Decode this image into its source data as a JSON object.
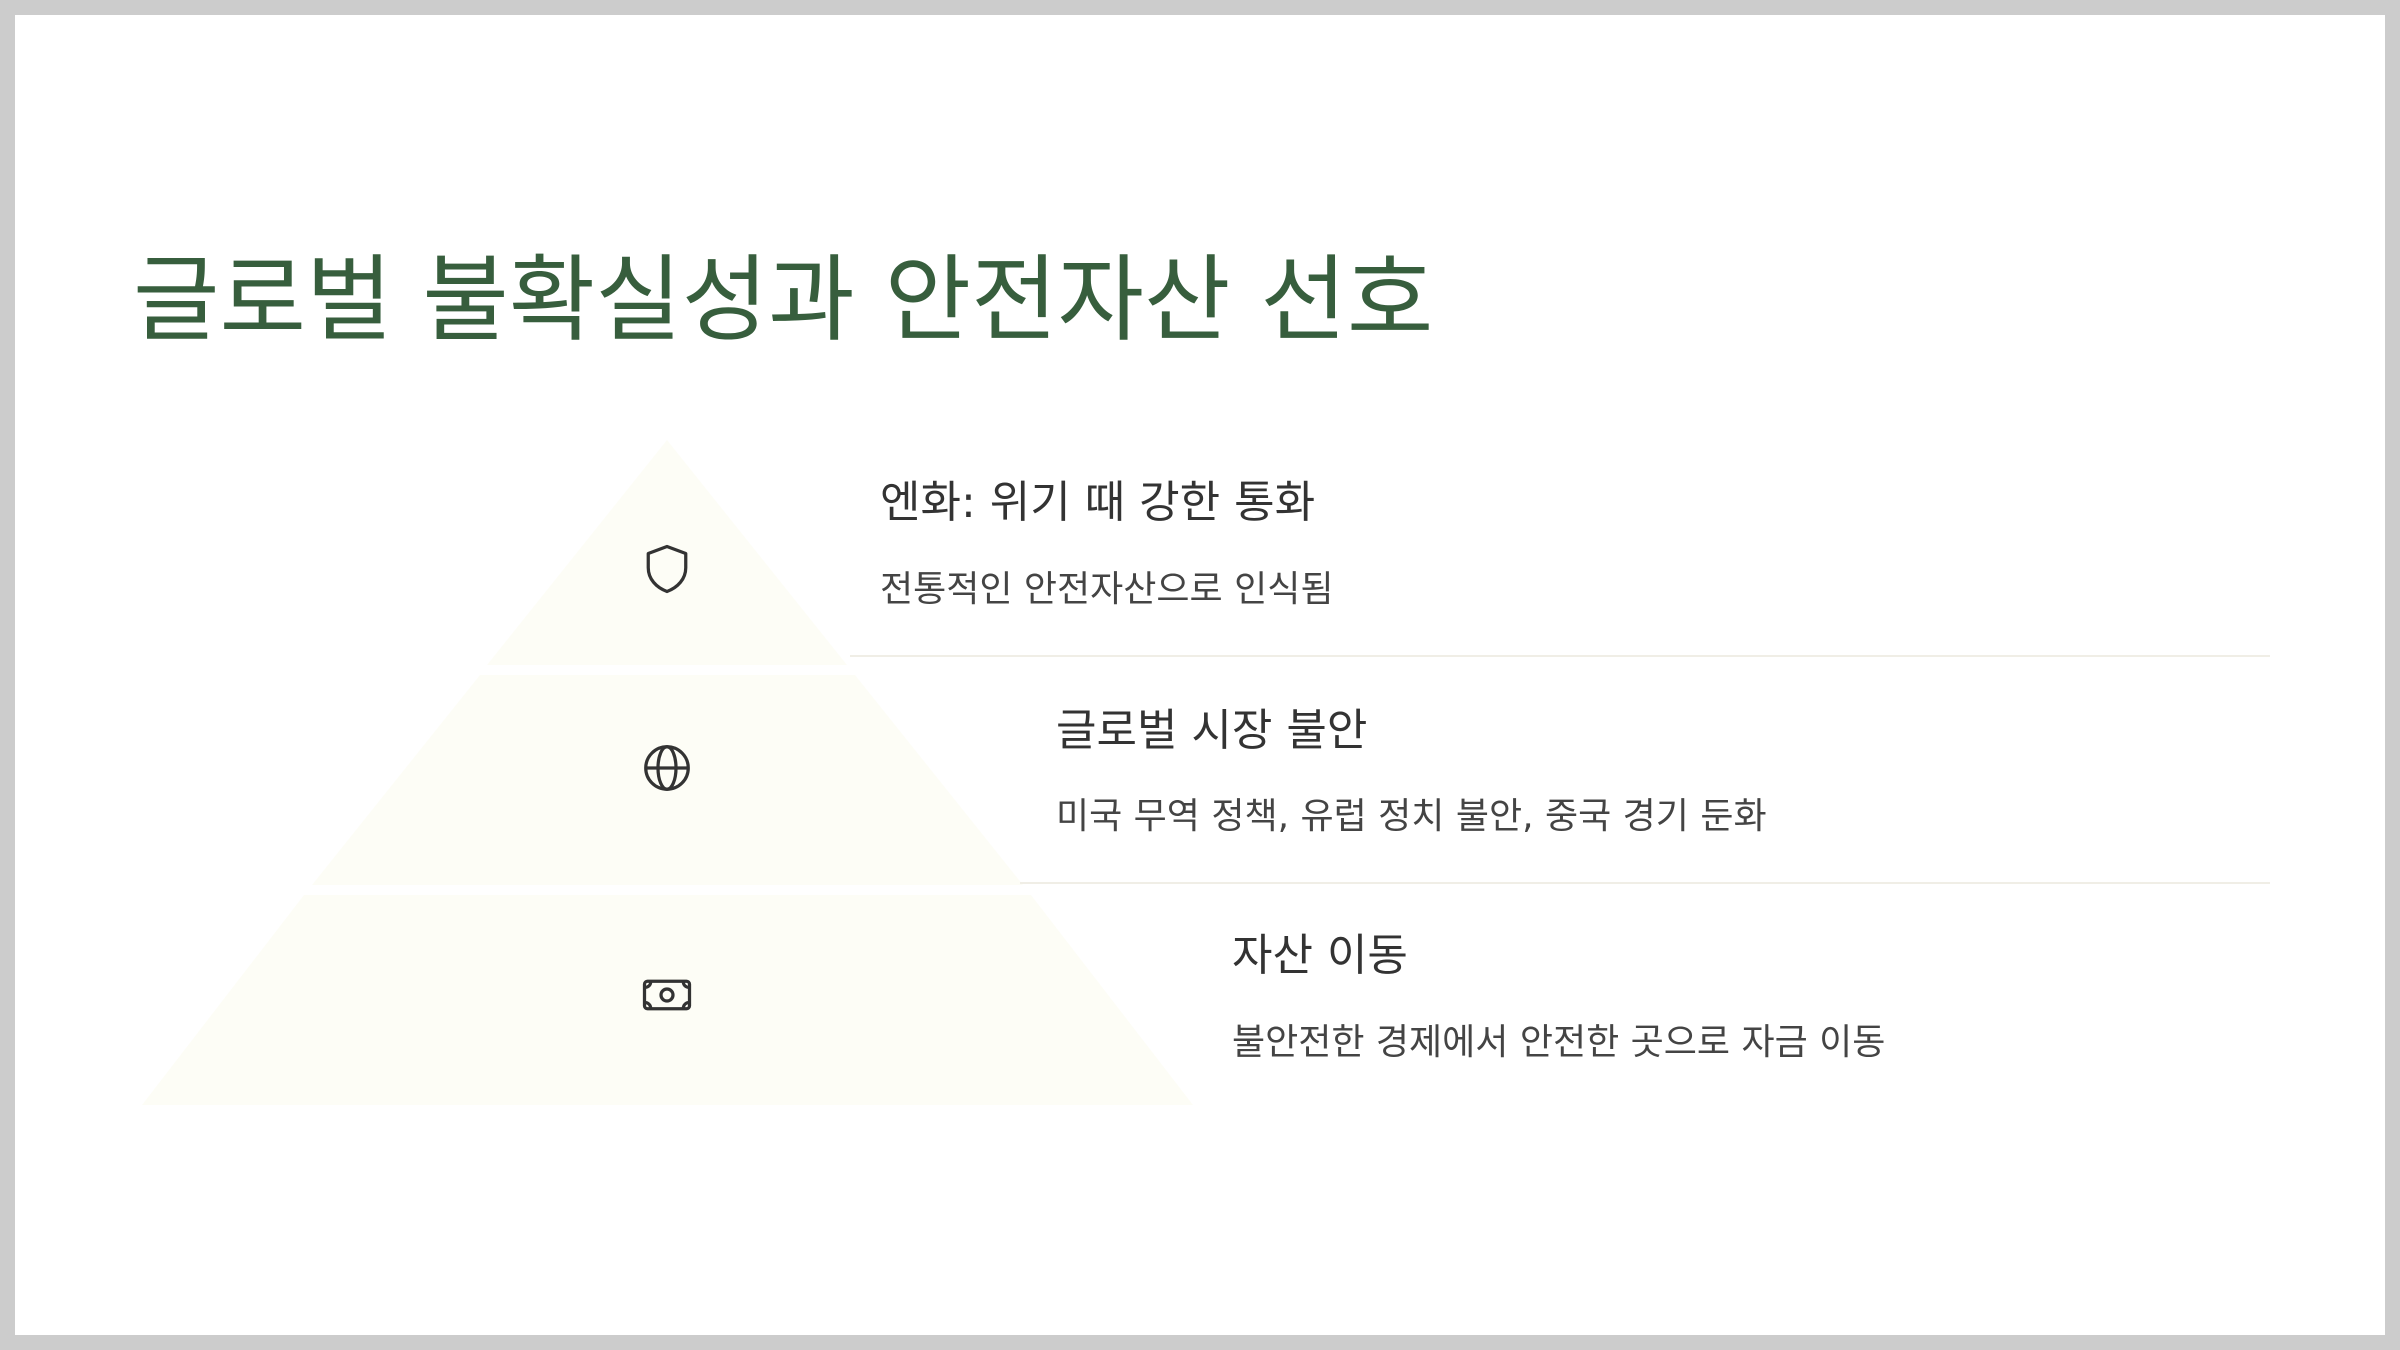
{
  "slide": {
    "title": "글로벌 불확실성과 안전자산 선호"
  },
  "tiers": [
    {
      "icon": "shield-icon",
      "title": "엔화: 위기 때 강한 통화",
      "description": "전통적인 안전자산으로 인식됨"
    },
    {
      "icon": "globe-icon",
      "title": "글로벌 시장 불안",
      "description": "미국 무역 정책, 유럽 정치 불안, 중국 경기 둔화"
    },
    {
      "icon": "banknote-icon",
      "title": "자산 이동",
      "description": "불안전한 경제에서 안전한 곳으로 자금 이동"
    }
  ],
  "colors": {
    "title": "#375e3d",
    "pyramid_fill": "#fdfdf6",
    "text": "#333333",
    "divider": "#f0eee6"
  }
}
